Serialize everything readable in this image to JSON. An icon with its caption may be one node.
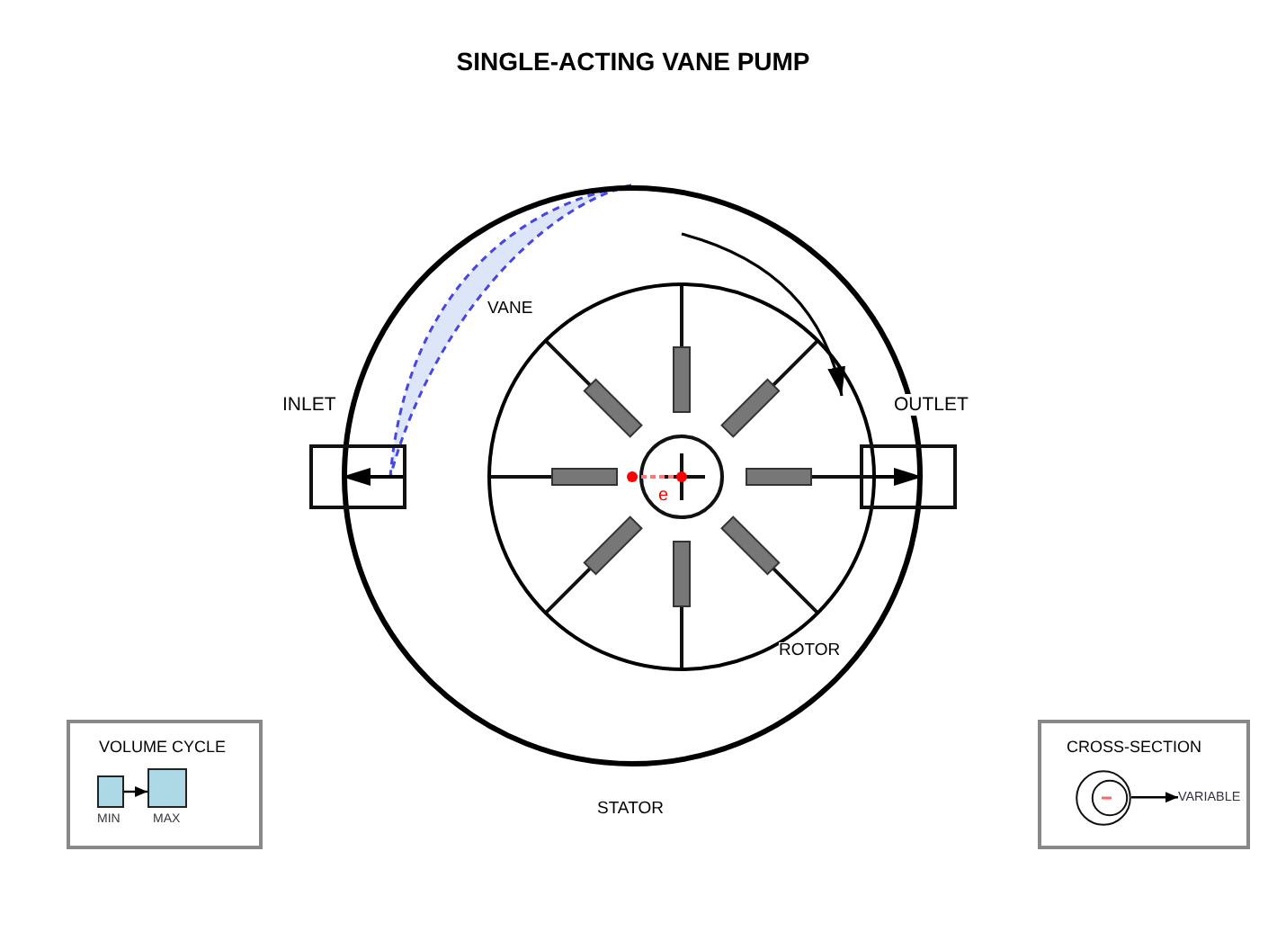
{
  "diagram": {
    "title": "SINGLE-ACTING VANE PUMP",
    "nodes": [
      {
        "text": [
          "STATOR"
        ]
      },
      {
        "text": [
          "ROTOR"
        ],
        "in": 0
      },
      {
        "text": [
          "INLET"
        ]
      },
      {
        "text": [
          "OUTLET"
        ]
      },
      {
        "text": [
          "VOLUME CYCLE"
        ]
      },
      {
        "text": [
          "MIN"
        ],
        "in": 4
      },
      {
        "text": [
          "MAX"
        ],
        "in": 4
      },
      {
        "text": [
          "CROSS-SECTION"
        ]
      },
      {
        "text": [],
        "shape": "circle",
        "in": 7
      },
      {
        "text": [
          "VARIABLE"
        ],
        "in": 7
      }
    ],
    "edges": [
      {
        "from": 5,
        "to": 6,
        "arrow": "to"
      },
      {
        "from": 8,
        "to": 9,
        "arrow": "to"
      }
    ],
    "labels": [
      "VANE",
      "e"
    ]
  }
}
